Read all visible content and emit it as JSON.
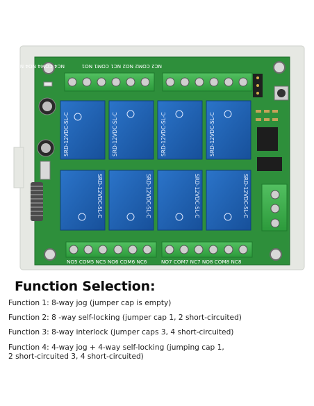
{
  "board": {
    "relay_label": "SRD-12VDC-SL-C",
    "top_left_terminals": "NC4 COM4 NO4 NC3 COM3 NO3",
    "top_right_terminals": "NC2 COM2 NO2 NC1 COM1 NO1",
    "bottom_left_terminals": "NO5 COM5 NC5 NO6 COM6 NC6",
    "bottom_right_terminals": "NO7 COM7 NC7 NO8 COM8 NC8"
  },
  "colors": {
    "pcb": "#2e8f3b",
    "relay": "#1f5fb0",
    "terminal": "#3cae4a",
    "case": "#e9ebe6"
  },
  "heading": "Function Selection:",
  "functions": [
    "Function 1: 8-way jog (jumper cap is empty)",
    "Function 2: 8 -way self-locking (jumper cap 1, 2 short-circuited)",
    "Function 3: 8-way interlock (jumper caps 3, 4 short-circuited)",
    "Function 4: 4-way jog + 4-way self-locking (jumping cap 1,",
    "2 short-circuited 3, 4 short-circuited)"
  ]
}
